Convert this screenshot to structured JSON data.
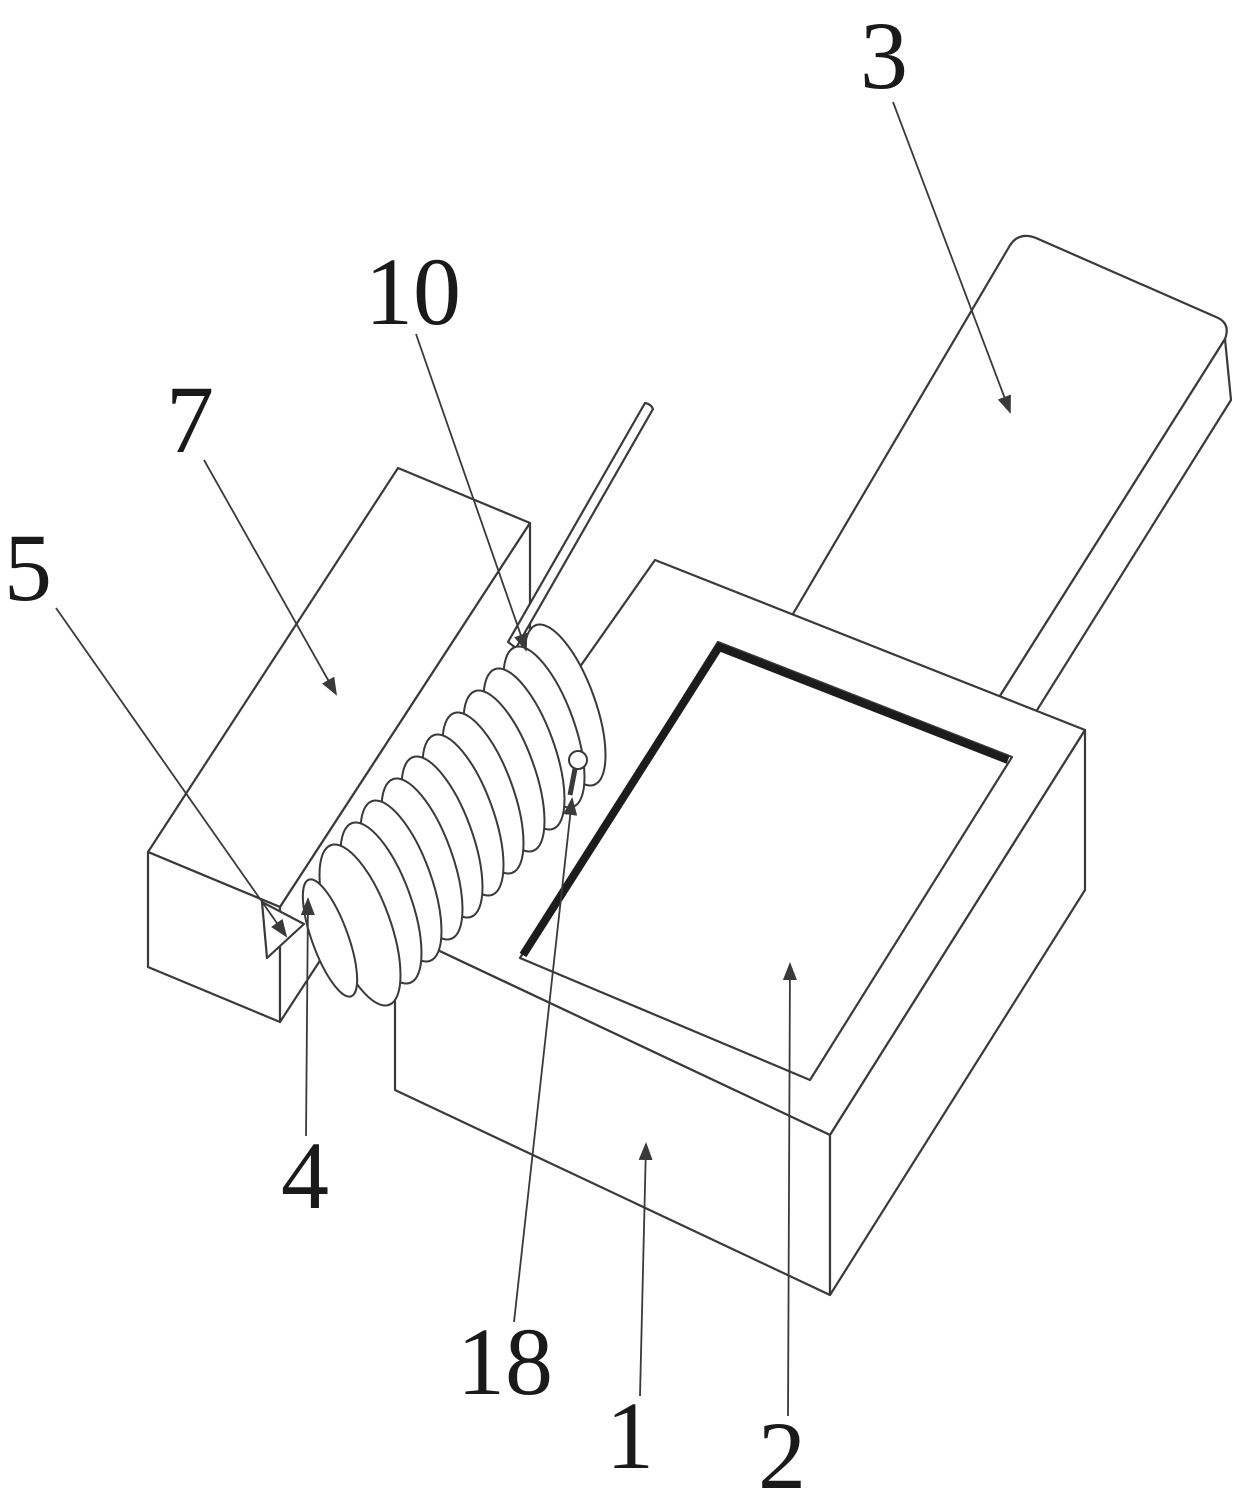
{
  "figure": {
    "kind": "patent-technical-drawing",
    "background": "#ffffff",
    "line_color": "#3a3a3a",
    "recess_shadow_color": "#1c1c1c"
  },
  "callouts": [
    {
      "ref": "3"
    },
    {
      "ref": "10"
    },
    {
      "ref": "7"
    },
    {
      "ref": "5"
    },
    {
      "ref": "4"
    },
    {
      "ref": "18"
    },
    {
      "ref": "1"
    },
    {
      "ref": "2"
    }
  ]
}
